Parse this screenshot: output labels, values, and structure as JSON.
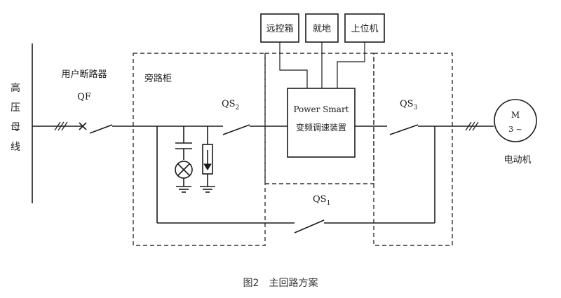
{
  "diagram": {
    "bus_label_chars": [
      "高",
      "压",
      "母",
      "线"
    ],
    "breaker_label": "用户断路器",
    "breaker_code": "QF",
    "bypass_cabinet_label": "旁路柜",
    "qs1": {
      "base": "QS",
      "sub": "1"
    },
    "qs2": {
      "base": "QS",
      "sub": "2"
    },
    "qs3": {
      "base": "QS",
      "sub": "3"
    },
    "control_boxes": [
      "远控箱",
      "就地",
      "上位机"
    ],
    "vfd": {
      "line1": "Power Smart",
      "line2": "变频调速装置"
    },
    "motor": {
      "symbol": "M",
      "phase": "3 ~",
      "label": "电动机"
    }
  },
  "caption": {
    "figure": "图2",
    "title": "主回路方案"
  }
}
